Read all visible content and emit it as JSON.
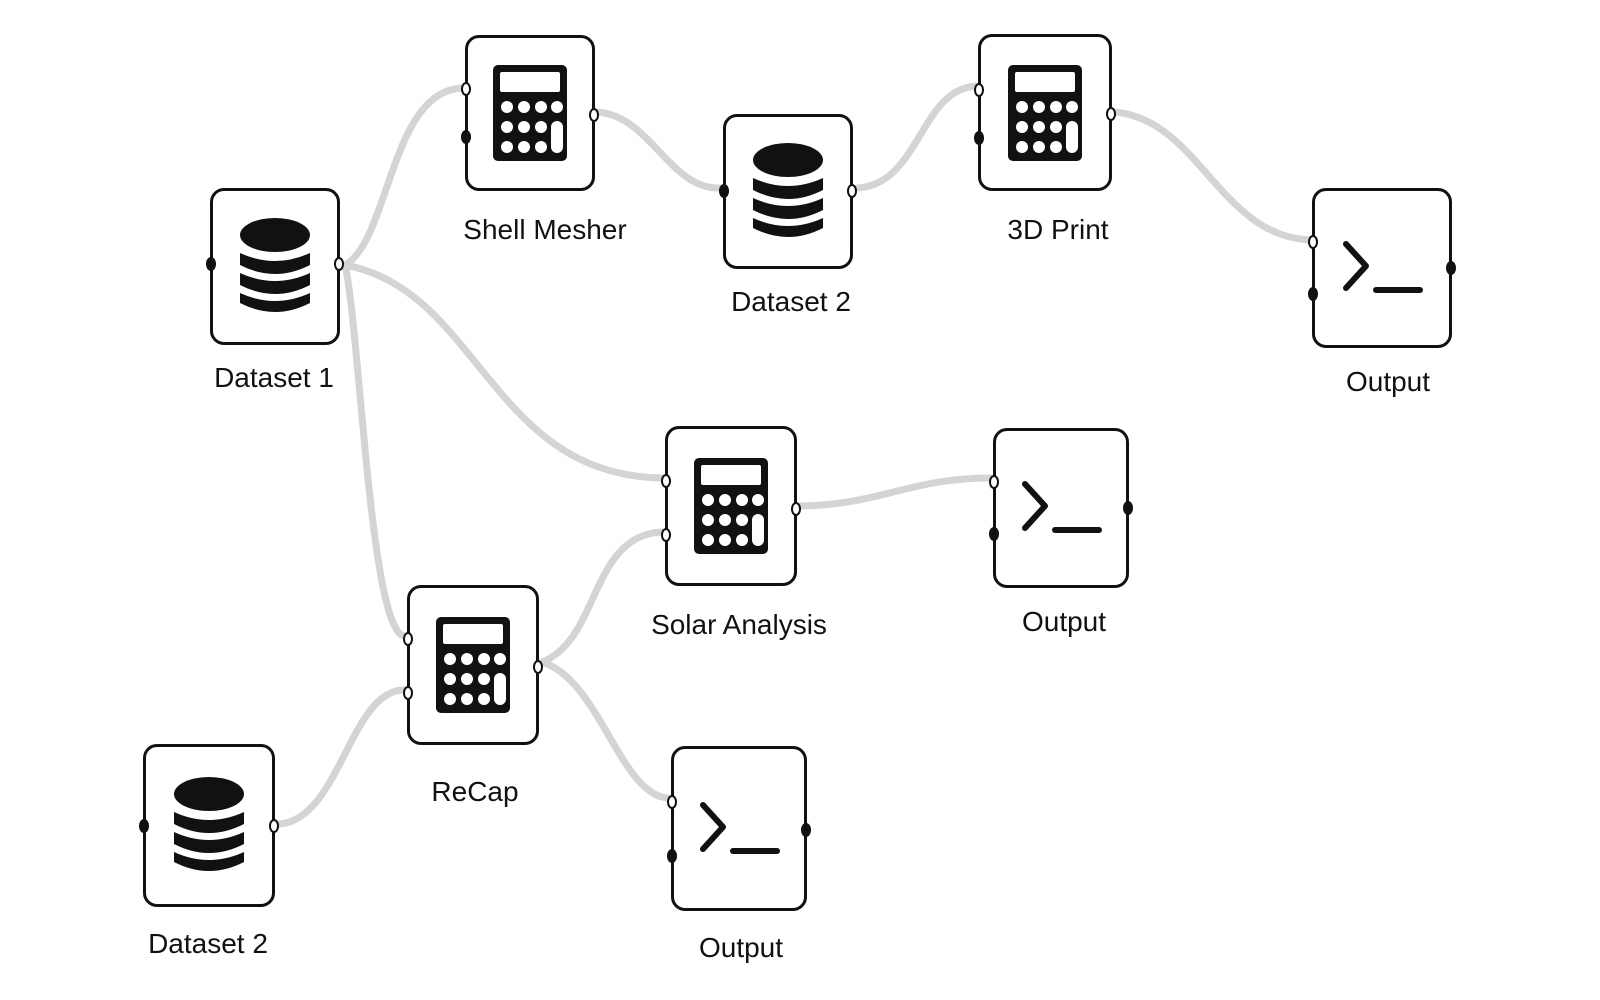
{
  "diagram": {
    "title": "Node workflow graph",
    "colors": {
      "node_border": "#111111",
      "wire": "#d4d4d4",
      "background": "#ffffff"
    },
    "nodes": [
      {
        "id": "dataset1",
        "label": "Dataset 1",
        "icon": "database-icon"
      },
      {
        "id": "shell_mesher",
        "label": "Shell Mesher",
        "icon": "calculator-icon"
      },
      {
        "id": "dataset2_top",
        "label": "Dataset 2",
        "icon": "database-icon"
      },
      {
        "id": "print3d",
        "label": "3D Print",
        "icon": "calculator-icon"
      },
      {
        "id": "output_top",
        "label": "Output",
        "icon": "terminal-icon"
      },
      {
        "id": "solar",
        "label": "Solar Analysis",
        "icon": "calculator-icon"
      },
      {
        "id": "output_mid",
        "label": "Output",
        "icon": "terminal-icon"
      },
      {
        "id": "recap",
        "label": "ReCap",
        "icon": "calculator-icon"
      },
      {
        "id": "dataset2_bottom",
        "label": "Dataset 2",
        "icon": "database-icon"
      },
      {
        "id": "output_bottom",
        "label": "Output",
        "icon": "terminal-icon"
      }
    ],
    "edges": [
      {
        "from": "dataset1",
        "to": "shell_mesher"
      },
      {
        "from": "shell_mesher",
        "to": "dataset2_top"
      },
      {
        "from": "dataset2_top",
        "to": "print3d"
      },
      {
        "from": "print3d",
        "to": "output_top"
      },
      {
        "from": "dataset1",
        "to": "solar"
      },
      {
        "from": "dataset1",
        "to": "recap"
      },
      {
        "from": "solar",
        "to": "output_mid"
      },
      {
        "from": "recap",
        "to": "solar"
      },
      {
        "from": "recap",
        "to": "output_bottom"
      },
      {
        "from": "dataset2_bottom",
        "to": "recap"
      }
    ]
  }
}
